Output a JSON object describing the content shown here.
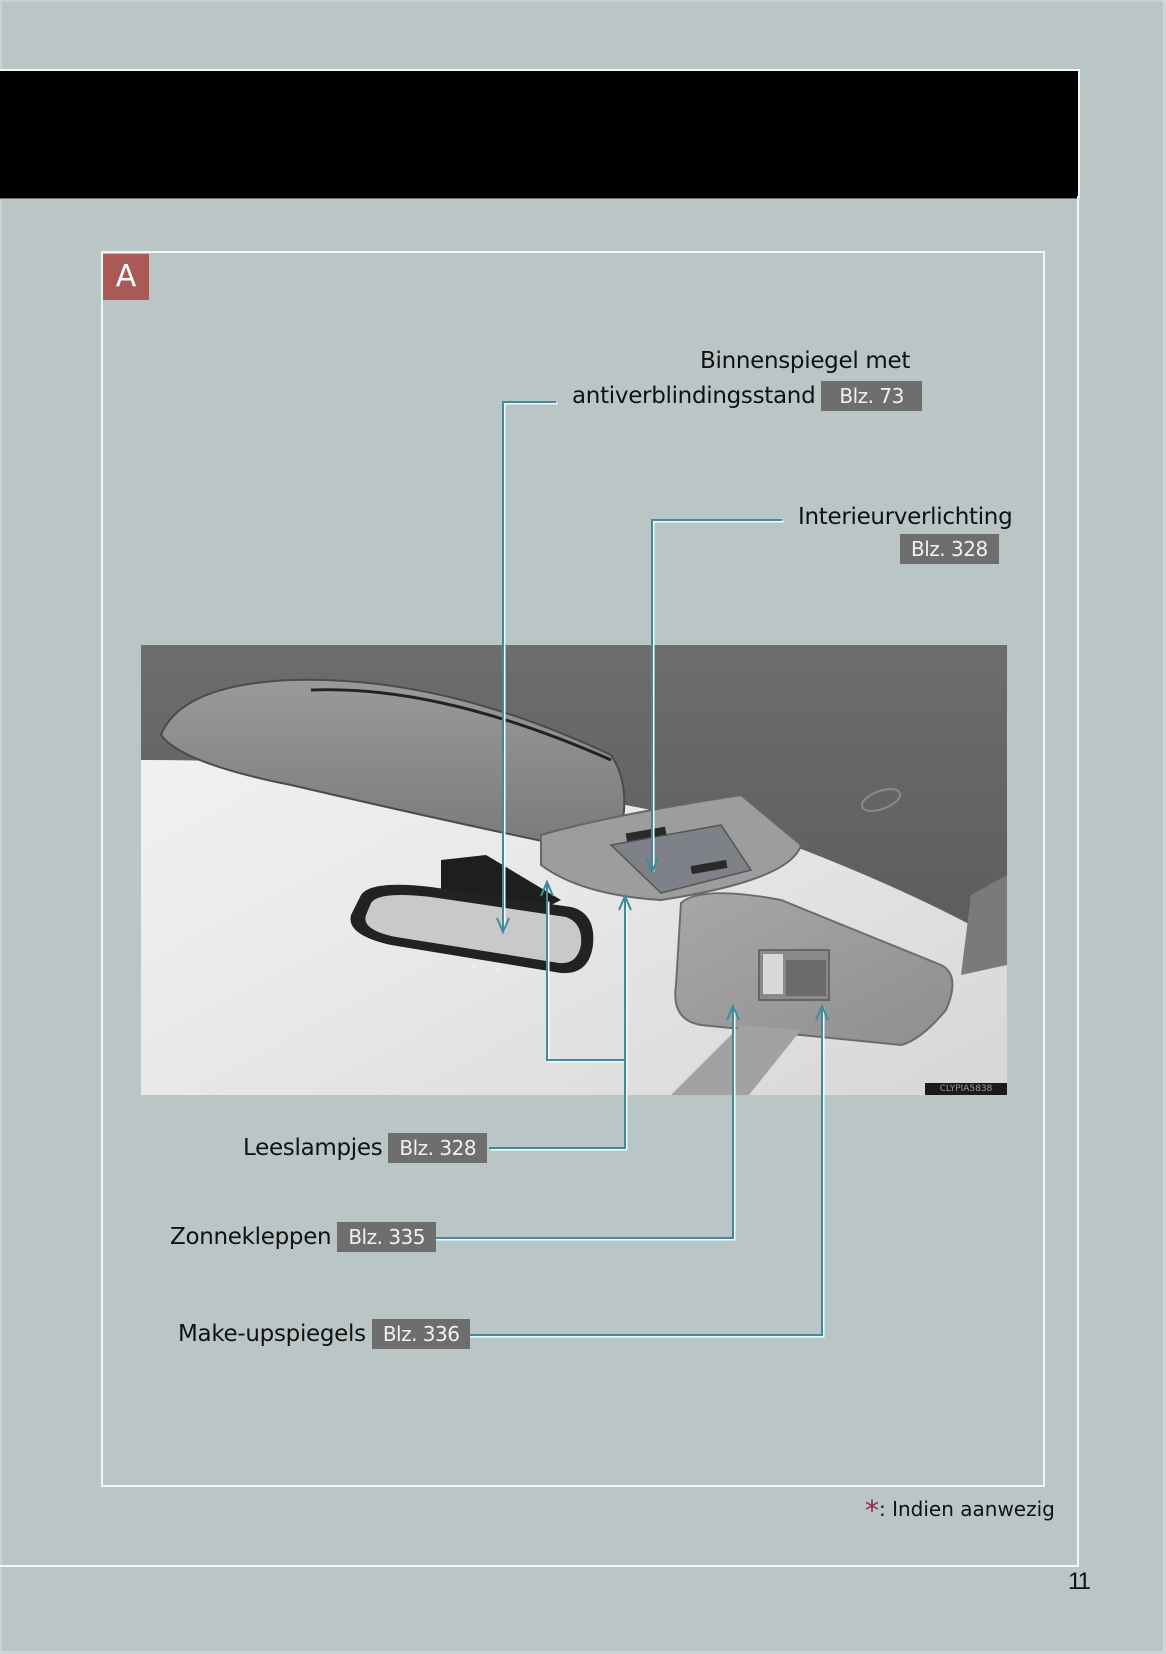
{
  "section": {
    "badge": "A"
  },
  "callouts": [
    {
      "id": "inside-mirror",
      "label_line1": "Binnenspiegel met",
      "label_line2": "antiverblindingsstand",
      "page_ref": "Blz. 73"
    },
    {
      "id": "interior-light",
      "label": "Interieurverlichting",
      "page_ref": "Blz. 328"
    },
    {
      "id": "reading-lights",
      "label": "Leeslampjes",
      "page_ref": "Blz. 328"
    },
    {
      "id": "sun-visors",
      "label": "Zonnekleppen",
      "page_ref": "Blz. 335"
    },
    {
      "id": "vanity-mirrors",
      "label": "Make-upspiegels",
      "page_ref": "Blz. 336"
    }
  ],
  "illustration": {
    "code": "CLYPIA5838"
  },
  "footnote": {
    "symbol": "*",
    "text": ": Indien aanwezig"
  },
  "page_number": "11",
  "colors": {
    "background": "#bac5c6",
    "header": "#000000",
    "badge": "#a95a57",
    "page_ref_bg": "#6e6e6e",
    "callout_line": "#3f8a9c",
    "footnote_star": "#8b2a45"
  }
}
